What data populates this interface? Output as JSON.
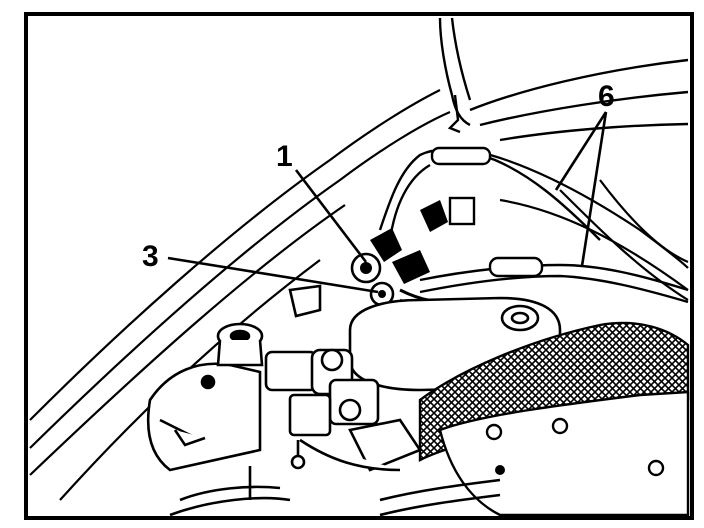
{
  "callouts": {
    "label_1": "1",
    "label_3": "3",
    "label_6": "6"
  },
  "colors": {
    "ink": "#000000",
    "paper": "#ffffff",
    "shade": "#2a2a2a"
  }
}
